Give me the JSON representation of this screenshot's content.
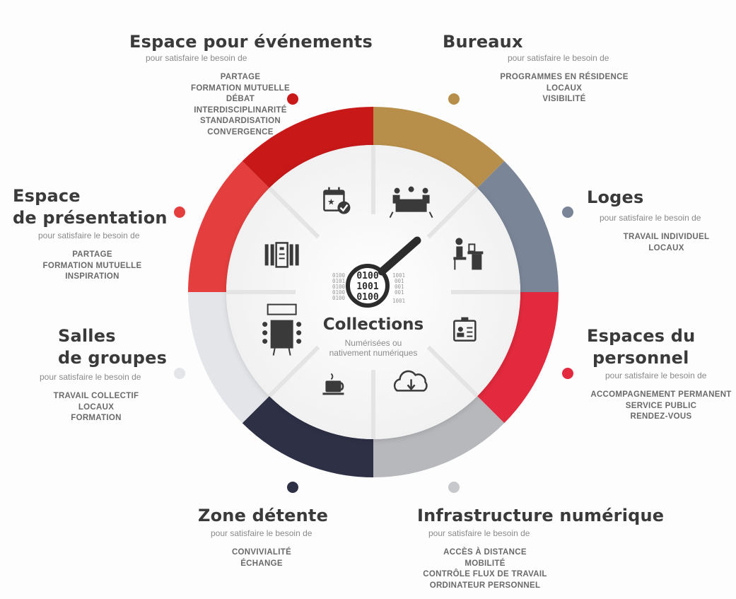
{
  "center": {
    "title": "Collections",
    "subtitle_line1": "Numérisées ou",
    "subtitle_line2": "nativement numériques",
    "binary_rows": [
      "0100",
      "1001",
      "0100"
    ]
  },
  "segments": [
    {
      "key": "bureaux",
      "title_lines": [
        "Bureaux"
      ],
      "subtitle": "pour satisfaire le besoin de",
      "needs": [
        "PROGRAMMES EN RÉSIDENCE",
        "LOCAUX",
        "VISIBILITÉ"
      ],
      "color": "#b88f4a",
      "icon": "meeting-table-icon"
    },
    {
      "key": "loges",
      "title_lines": [
        "Loges"
      ],
      "subtitle": "pour satisfaire le besoin de",
      "needs": [
        "TRAVAIL INDIVIDUEL",
        "LOCAUX"
      ],
      "color": "#7a8598",
      "icon": "desk-worker-icon"
    },
    {
      "key": "personnel",
      "title_lines": [
        "Espaces du",
        "personnel"
      ],
      "subtitle": "pour satisfaire le besoin de",
      "needs": [
        "ACCOMPAGNEMENT PERMANENT",
        "SERVICE PUBLIC",
        "RENDEZ-VOUS"
      ],
      "color": "#e3293d",
      "icon": "id-card-icon"
    },
    {
      "key": "infra",
      "title_lines": [
        "Infrastructure numérique"
      ],
      "subtitle": "pour satisfaire le besoin de",
      "needs": [
        "ACCÈS À DISTANCE",
        "MOBILITÉ",
        "CONTRÔLE FLUX DE TRAVAIL",
        "ORDINATEUR PERSONNEL"
      ],
      "color": "#b6b8bb",
      "icon": "cloud-download-icon"
    },
    {
      "key": "detente",
      "title_lines": [
        "Zone détente"
      ],
      "subtitle": "pour satisfaire le besoin de",
      "needs": [
        "CONVIVIALITÉ",
        "ÉCHANGE"
      ],
      "color": "#2e3046",
      "icon": "coffee-cup-icon"
    },
    {
      "key": "groupes",
      "title_lines": [
        "Salles",
        "de groupes"
      ],
      "subtitle": "pour satisfaire le besoin de",
      "needs": [
        "TRAVAIL COLLECTIF",
        "LOCAUX",
        "FORMATION"
      ],
      "color": "#e3e5e8",
      "icon": "conference-room-icon"
    },
    {
      "key": "presentation",
      "title_lines": [
        "Espace",
        "de présentation"
      ],
      "subtitle": "pour satisfaire le besoin de",
      "needs": [
        "PARTAGE",
        "FORMATION MUTUELLE",
        "INSPIRATION"
      ],
      "color": "#e53e3e",
      "icon": "exhibit-panels-icon"
    },
    {
      "key": "evenements",
      "title_lines": [
        "Espace pour événements"
      ],
      "subtitle": "pour satisfaire le besoin de",
      "needs": [
        "PARTAGE",
        "FORMATION MUTUELLE",
        "DÉBAT",
        "INTERDISCIPLINARITÉ",
        "STANDARDISATION",
        "CONVERGENCE"
      ],
      "color": "#c81818",
      "icon": "event-calendar-icon"
    }
  ]
}
